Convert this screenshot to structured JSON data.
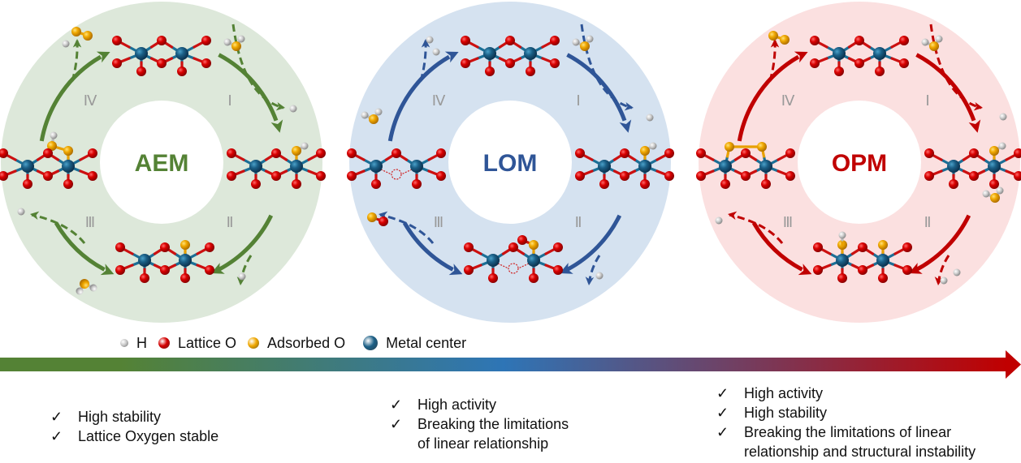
{
  "mechanisms": [
    {
      "id": "aem",
      "label": "AEM",
      "color": "#548235",
      "ring_color": "#dde8da",
      "steps": [
        "Ⅰ",
        "Ⅱ",
        "Ⅲ",
        "Ⅳ"
      ],
      "features": [
        "High stability",
        "Lattice Oxygen stable"
      ]
    },
    {
      "id": "lom",
      "label": "LOM",
      "color": "#2f5597",
      "ring_color": "#d5e2f0",
      "steps": [
        "Ⅰ",
        "Ⅱ",
        "Ⅲ",
        "Ⅳ"
      ],
      "features": [
        "High activity",
        "Breaking the limitations",
        "of linear relationship"
      ]
    },
    {
      "id": "opm",
      "label": "OPM",
      "color": "#c00000",
      "ring_color": "#fbe0e0",
      "steps": [
        "Ⅰ",
        "Ⅱ",
        "Ⅲ",
        "Ⅳ"
      ],
      "features": [
        "High activity",
        "High stability",
        "Breaking the limitations of linear",
        "relationship and structural instability"
      ]
    }
  ],
  "legend": [
    {
      "label": "H",
      "icon": "hydrogen-atom-icon",
      "color": "#c8c8c8"
    },
    {
      "label": "Lattice O",
      "icon": "lattice-oxygen-atom-icon",
      "color": "#d40000"
    },
    {
      "label": "Adsorbed O",
      "icon": "adsorbed-oxygen-atom-icon",
      "color": "#f0a800"
    },
    {
      "label": "Metal center",
      "icon": "metal-center-atom-icon",
      "color": "#1b5f86"
    }
  ],
  "gradient_arrow": {
    "colors": [
      "#548235",
      "#2e75b6",
      "#c00000"
    ]
  },
  "check_symbol": "✓"
}
